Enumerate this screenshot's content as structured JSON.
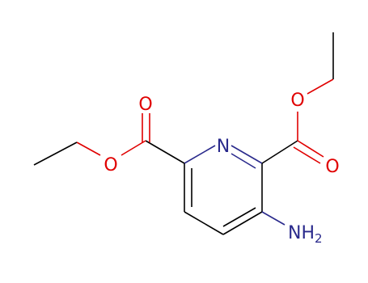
{
  "molecule": {
    "atoms": {
      "ring_n": {
        "symbol": "N",
        "color": "#2a2a8c"
      },
      "amine": {
        "symbol": "NH",
        "subscript": "2",
        "color": "#2a2a8c"
      },
      "ester_left_carbonyl_o": {
        "symbol": "O",
        "color": "#e00000"
      },
      "ester_left_ether_o": {
        "symbol": "O",
        "color": "#e00000"
      },
      "ester_right_ether_o": {
        "symbol": "O",
        "color": "#e00000"
      },
      "ester_right_carbonyl_o": {
        "symbol": "O",
        "color": "#e00000"
      }
    },
    "colors": {
      "bond": "#000000",
      "nitrogen": "#2a2a8c",
      "oxygen": "#e00000"
    }
  }
}
